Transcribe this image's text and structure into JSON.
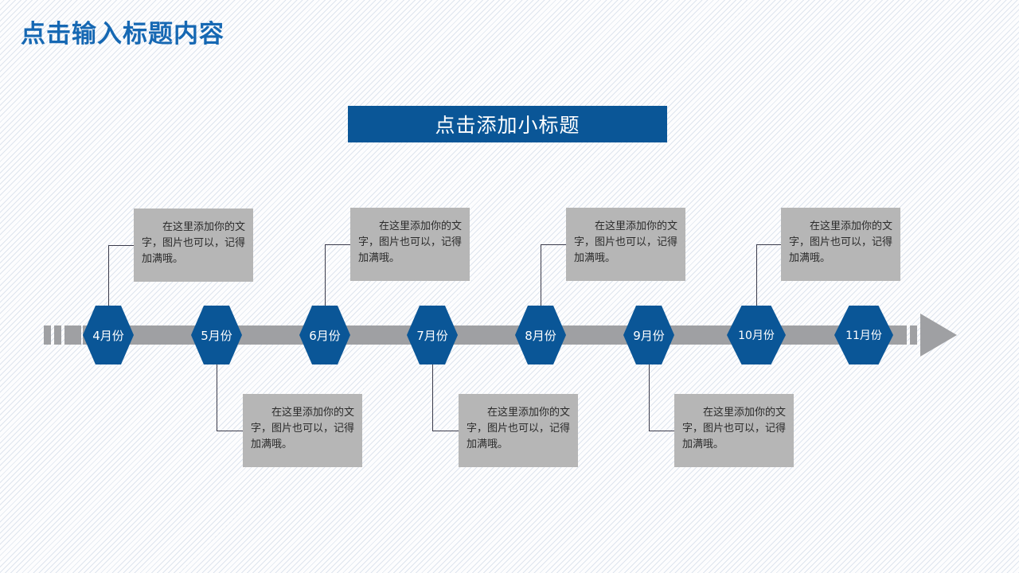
{
  "slide": {
    "title": "点击输入标题内容",
    "subtitle": "点击添加小标题",
    "accent_color": "#0a5697",
    "title_color": "#1668b3",
    "track_color": "#9fa0a3",
    "note_color": "#b6b6b6"
  },
  "timeline": {
    "nodes": [
      {
        "label": "4月份",
        "note_position": "top"
      },
      {
        "label": "5月份",
        "note_position": "bottom"
      },
      {
        "label": "6月份",
        "note_position": "top"
      },
      {
        "label": "7月份",
        "note_position": "bottom"
      },
      {
        "label": "8月份",
        "note_position": "top"
      },
      {
        "label": "9月份",
        "note_position": "bottom"
      },
      {
        "label": "10月份",
        "note_position": "top"
      },
      {
        "label": "11月份",
        "note_position": "none"
      }
    ],
    "notes_top": [
      {
        "text": "在这里添加你的文字，图片也可以，记得加满哦。"
      },
      {
        "text": "在这里添加你的文字，图片也可以，记得加满哦。"
      },
      {
        "text": "在这里添加你的文字，图片也可以，记得加满哦。"
      },
      {
        "text": "在这里添加你的文字，图片也可以，记得加满哦。"
      }
    ],
    "notes_bottom": [
      {
        "text": "在这里添加你的文字，图片也可以，记得加满哦。"
      },
      {
        "text": "在这里添加你的文字，图片也可以，记得加满哦。"
      },
      {
        "text": "在这里添加你的文字，图片也可以，记得加满哦。"
      }
    ],
    "arrow_direction": "right"
  }
}
